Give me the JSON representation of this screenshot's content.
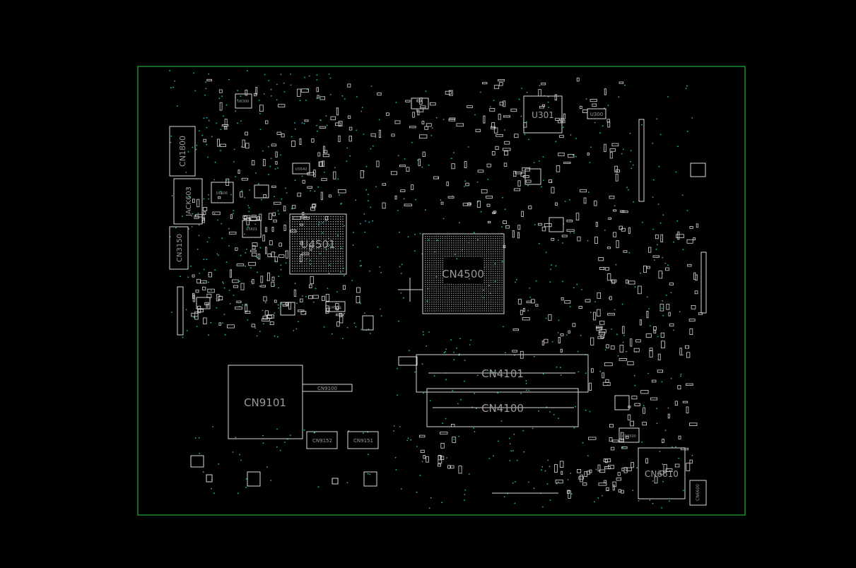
{
  "colors": {
    "background": "#000000",
    "board_outline": "#1f8a2a",
    "component": "#d8d8d8",
    "label": "#9a9a9a",
    "via": "#2ab3b3"
  },
  "labels": {
    "U4501": "U4501",
    "CN4500": "CN4500",
    "CN4101": "CN4101",
    "CN4100": "CN4100",
    "CN9101": "CN9101",
    "CN9100": "CN9100",
    "CN9152": "CN9152",
    "CN9151": "CN9151",
    "CN6610": "CN6610",
    "CN6600": "CN6600",
    "CN6590": "CN6590",
    "CN1800": "CN1800",
    "JACK603": "JACK603",
    "CN3150": "CN3150",
    "U301": "U301",
    "U300": "U300",
    "U6606": "U6606",
    "U5601": "U5601",
    "U4502": "U4502",
    "U5640": "U5640",
    "U6300": "U6300"
  }
}
